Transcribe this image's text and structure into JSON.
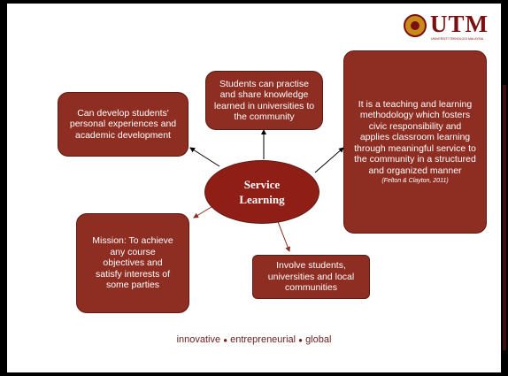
{
  "logo": {
    "text": "UTM",
    "subtext": "UNIVERSITI TEKNOLOGI MALAYSIA"
  },
  "center": {
    "line1": "Service",
    "line2": "Learning"
  },
  "nodes": {
    "top_left": "Can develop students' personal experiences and academic development",
    "top_middle": "Students can practise and share knowledge learned in universities to the community",
    "right": "It is a teaching and learning methodology which fosters civic responsibility and applies classroom learning through meaningful service to the community in a structured and organized manner",
    "right_citation": "(Felton & Clayton, 2011)",
    "bottom_left": "Mission: To achieve any course objectives and satisfy interests of some parties",
    "bottom_right": "Involve students, universities and local communities"
  },
  "footer": {
    "word1": "innovative",
    "word2": "entrepreneurial",
    "word3": "global",
    "separator": "●"
  },
  "colors": {
    "box": "#8e2d22",
    "center": "#8e1e16",
    "arrow_black": "#000000",
    "arrow_red": "#8e2d22",
    "footer": "#6d2020"
  }
}
